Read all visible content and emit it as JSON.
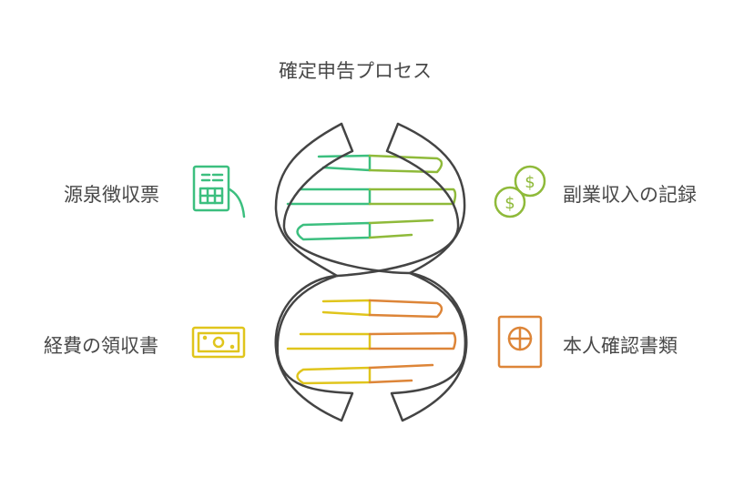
{
  "title": "確定申告プロセス",
  "items": [
    {
      "label": "源泉徴収票",
      "icon": "receipt-icon",
      "color": "#3cbf7f"
    },
    {
      "label": "副業収入の記録",
      "icon": "coins-icon",
      "color": "#8fba3a"
    },
    {
      "label": "経費の領収書",
      "icon": "money-bill-icon",
      "color": "#e0c51c"
    },
    {
      "label": "本人確認書類",
      "icon": "safe-icon",
      "color": "#dd8538"
    }
  ]
}
